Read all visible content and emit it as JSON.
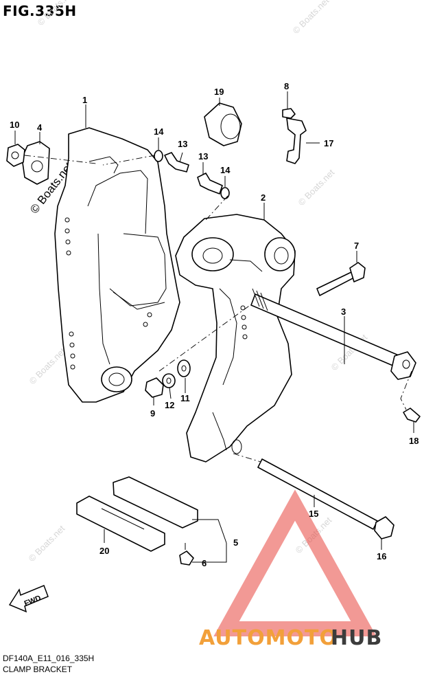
{
  "header": {
    "figure_title": "FIG.335H"
  },
  "footer": {
    "model_code": "DF140A_E11_016_335H",
    "section_name": "CLAMP BRACKET"
  },
  "watermark": {
    "text": "© Boats.net",
    "color": "#d6d6d6"
  },
  "logo": {
    "left": "AUTOMOTO",
    "right": "HUB",
    "accent": "#f2a03a",
    "dark": "#3c3c3c",
    "triangle": "#e8463e"
  },
  "badge": {
    "label": "FWD"
  },
  "callouts": [
    {
      "id": "c1",
      "label": "1"
    },
    {
      "id": "c2",
      "label": "2"
    },
    {
      "id": "c3",
      "label": "3"
    },
    {
      "id": "c4",
      "label": "4"
    },
    {
      "id": "c5",
      "label": "5"
    },
    {
      "id": "c6",
      "label": "6"
    },
    {
      "id": "c7",
      "label": "7"
    },
    {
      "id": "c8",
      "label": "8"
    },
    {
      "id": "c9",
      "label": "9"
    },
    {
      "id": "c10",
      "label": "10"
    },
    {
      "id": "c11",
      "label": "11"
    },
    {
      "id": "c12",
      "label": "12"
    },
    {
      "id": "c13a",
      "label": "13"
    },
    {
      "id": "c13b",
      "label": "13"
    },
    {
      "id": "c14a",
      "label": "14"
    },
    {
      "id": "c14b",
      "label": "14"
    },
    {
      "id": "c15",
      "label": "15"
    },
    {
      "id": "c16",
      "label": "16"
    },
    {
      "id": "c17",
      "label": "17"
    },
    {
      "id": "c18",
      "label": "18"
    },
    {
      "id": "c19",
      "label": "19"
    },
    {
      "id": "c20",
      "label": "20"
    }
  ]
}
